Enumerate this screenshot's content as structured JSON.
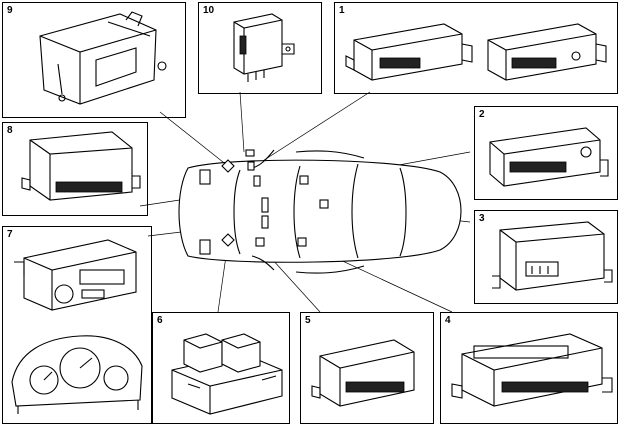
{
  "figure": {
    "panel_numbers": [
      "1",
      "2",
      "3",
      "4",
      "5",
      "6",
      "7",
      "8",
      "9",
      "10"
    ]
  },
  "icons": {
    "car": "car-top-view-icon",
    "ecu": "control-unit-icon",
    "relay": "relay-box-icon",
    "cluster": "instrument-cluster-icon"
  }
}
